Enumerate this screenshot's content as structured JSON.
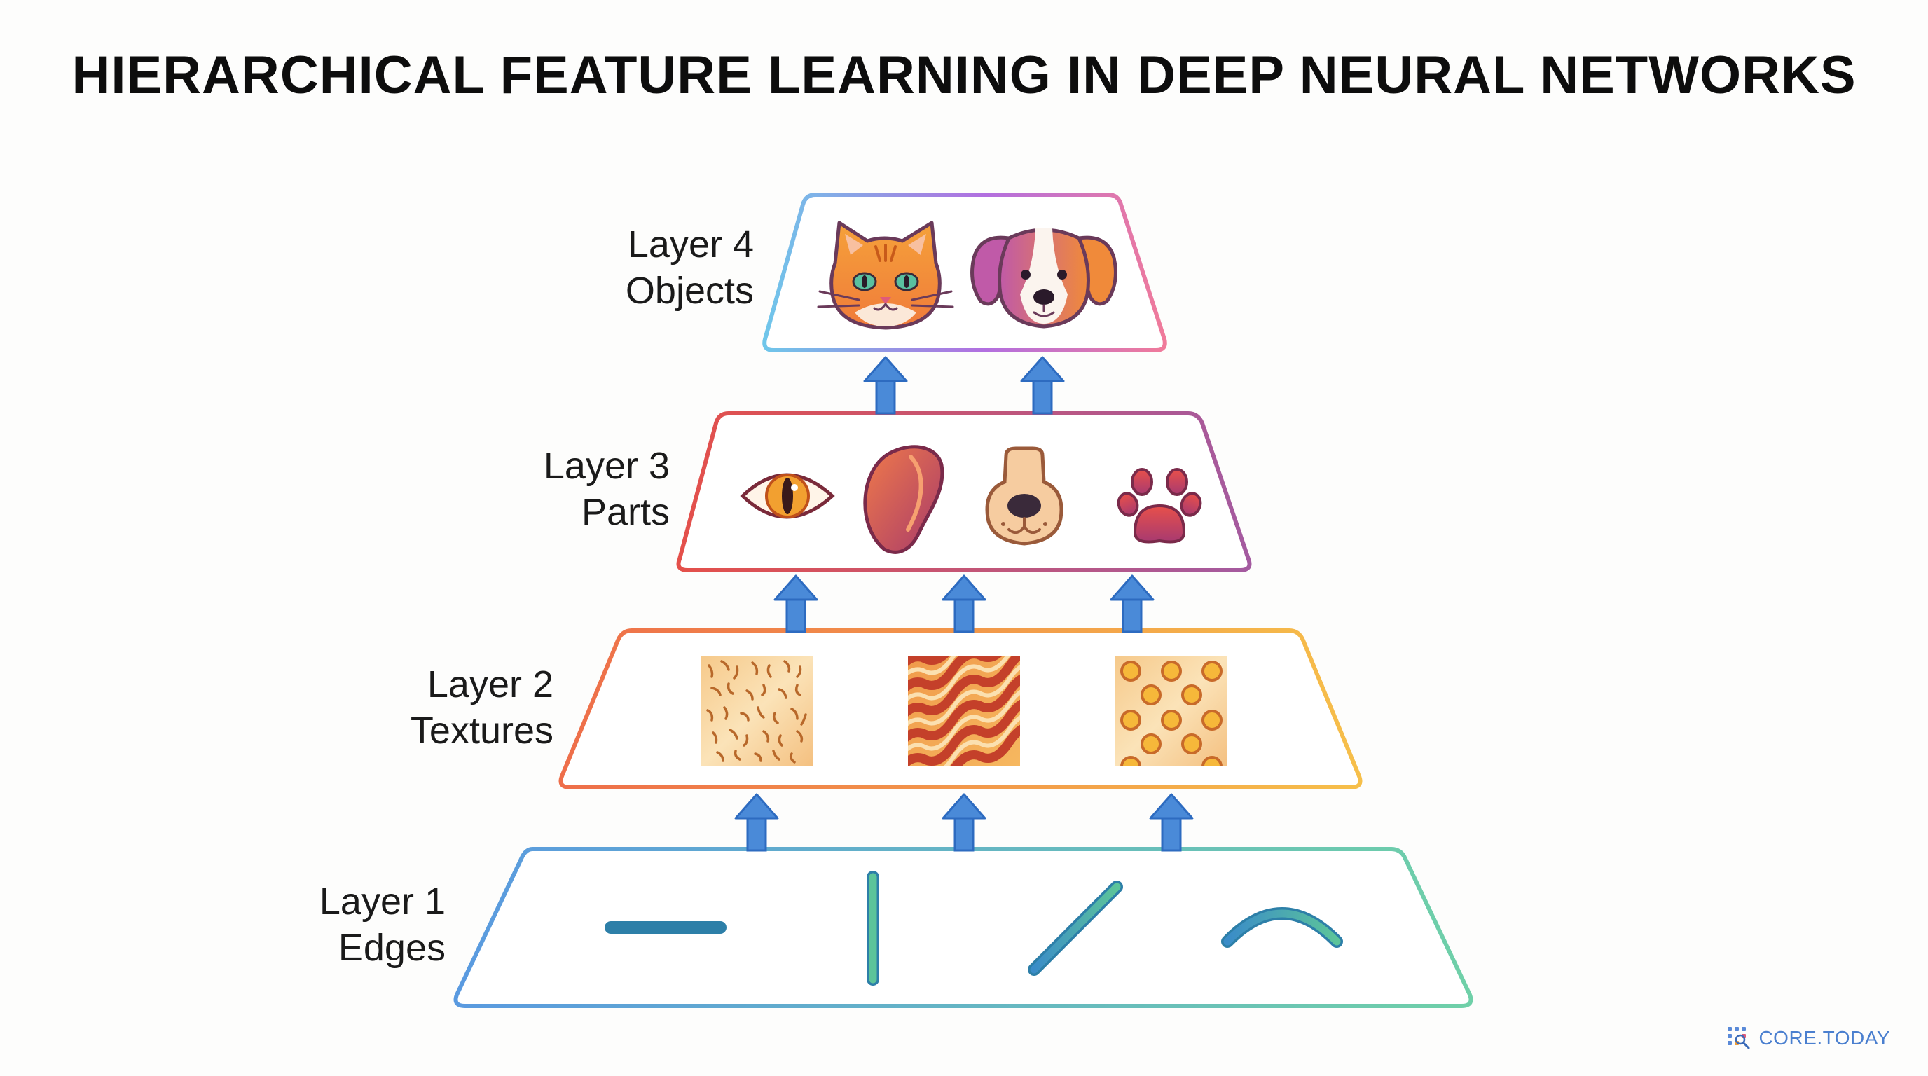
{
  "title": "HIERARCHICAL FEATURE LEARNING IN DEEP NEURAL NETWORKS",
  "layers": [
    {
      "name": "Layer 4",
      "caption": "Objects",
      "features": [
        "cat-face-icon",
        "dog-face-icon"
      ]
    },
    {
      "name": "Layer 3",
      "caption": "Parts",
      "features": [
        "eye-icon",
        "ear-icon",
        "nose-icon",
        "paw-icon"
      ]
    },
    {
      "name": "Layer 2",
      "caption": "Textures",
      "features": [
        "fur-texture",
        "stripe-texture",
        "spot-texture"
      ]
    },
    {
      "name": "Layer 1",
      "caption": "Edges",
      "features": [
        "horizontal-edge",
        "vertical-edge",
        "diagonal-edge",
        "curved-edge"
      ]
    }
  ],
  "brand": {
    "name": "CORE.TODAY"
  },
  "colors": {
    "arrow": "#4a8ad8",
    "layer4": [
      "#6fc6ea",
      "#b26fe0",
      "#f07a9a"
    ],
    "layer3": [
      "#e4504a",
      "#a45aa0"
    ],
    "layer2": [
      "#ee6e4a",
      "#f6bf4a"
    ],
    "layer1": [
      "#5a9ae0",
      "#6fd0a8"
    ]
  }
}
